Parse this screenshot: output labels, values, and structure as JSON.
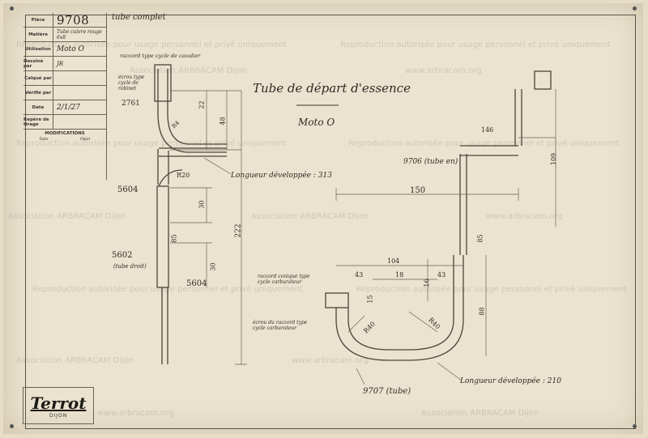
{
  "title_block": {
    "rows": [
      {
        "label": "Pièce",
        "value": "9708"
      },
      {
        "label": "Matière",
        "value": "Tube cuivre rouge 6x8"
      },
      {
        "label": "Utilisation",
        "value": "Moto O"
      },
      {
        "label": "Dessiné par",
        "value": "JR"
      },
      {
        "label": "Calqué par",
        "value": ""
      },
      {
        "label": "Vérifié par",
        "value": ""
      },
      {
        "label": "Date",
        "value": "2/1/27"
      },
      {
        "label": "Repère de tirage",
        "value": ""
      }
    ],
    "modifications_label": "MODIFICATIONS",
    "date_col": "Date",
    "object_col": "Objet",
    "piece_note": "tube complet"
  },
  "drawing": {
    "title": "Tube de départ d'essence",
    "subtitle": "Moto O",
    "notes": {
      "raccord_top": "raccord type cycle de cavalier",
      "ecrou_top": "écrou type cycle de robinet",
      "ref_2761": "2761",
      "longueur_top": "Longueur développée : 313",
      "ref_5604_a": "5604",
      "ref_5602": "5602",
      "tube_droit": "(tube droit)",
      "ref_5604_b": "5604",
      "raccord_conique": "raccord conique type cycle carburateur",
      "ecrou_bottom": "écrou du raccord type cycle carburateur",
      "ref_9706": "9706 (tube en)",
      "ref_9707": "9707 (tube)",
      "longueur_bottom": "Longueur développée : 210"
    },
    "dims": {
      "d22": "22",
      "d48": "48",
      "r4": "R4",
      "r20": "R20",
      "d30a": "30",
      "d85": "85",
      "d30b": "30",
      "d222": "222",
      "d146": "146",
      "d109": "109",
      "d150": "150",
      "d85r": "85",
      "d104": "104",
      "d43a": "43",
      "d18": "18",
      "d43b": "43",
      "d16": "16",
      "d15": "15",
      "r40a": "R40",
      "r40b": "R40",
      "d88": "88"
    }
  },
  "logo": {
    "brand": "Terrot",
    "city": "DIJON"
  },
  "watermark": {
    "text_a": "Reproduction autorisée pour usage personnel et privé uniquement",
    "text_b": "Association ARBRACAM Dijon",
    "text_c": "www.arbracam.org"
  }
}
